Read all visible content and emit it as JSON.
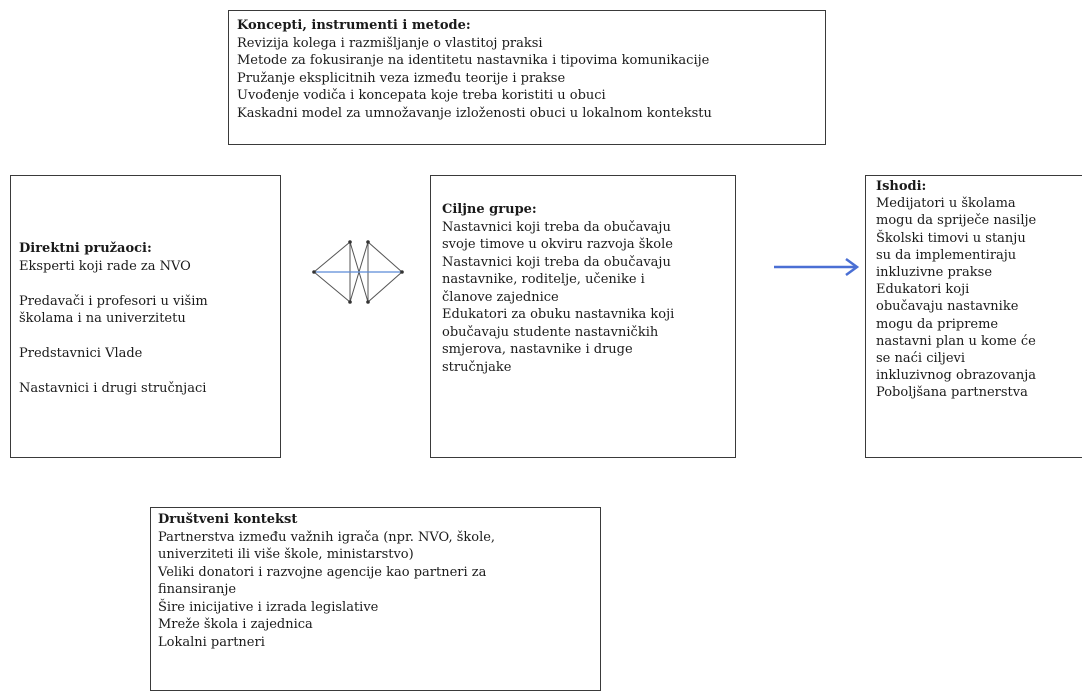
{
  "concepts": {
    "title": "Koncepti, instrumenti i metode:",
    "items": [
      "Revizija kolega i razmišljanje o vlastitoj praksi",
      "Metode za fokusiranje na identitetu nastavnika i tipovima komunikacije",
      "Pružanje eksplicitnih veza između teorije i prakse",
      "Uvođenje vodiča i koncepata koje treba koristiti u obuci",
      "Kaskadni model za umnožavanje izloženosti obuci u lokalnom kontekstu"
    ]
  },
  "direct_providers": {
    "title": "Direktni pružaoci:",
    "items": [
      "Eksperti koji rade za NVO",
      "Predavači i profesori u višim",
      "školama i na univerzitetu",
      "Predstavnici Vlade",
      "Nastavnici i drugi stručnjaci"
    ]
  },
  "target_groups": {
    "title": "Ciljne grupe:",
    "lines": [
      "Nastavnici koji treba da obučavaju",
      "svoje timove u okviru razvoja škole",
      "Nastavnici koji treba da obučavaju",
      "nastavnike, roditelje, učenike i",
      "članove zajednice",
      "Edukatori za obuku nastavnika koji",
      "obučavaju studente nastavničkih",
      "smjerova, nastavnike i druge",
      "stručnjake"
    ]
  },
  "outcomes": {
    "title": "Ishodi:",
    "lines": [
      "Medijatori u školama",
      "mogu da spriječe nasilje",
      "Školski timovi u stanju",
      "su da implementiraju",
      "inkluzivne prakse",
      "Edukatori koji",
      "obučavaju nastavnike",
      "mogu da pripreme",
      "nastavni plan u kome će",
      "se naći ciljevi",
      "inkluzivnog obrazovanja",
      "Poboljšana partnerstva"
    ]
  },
  "social_context": {
    "title": "Društveni kontekst",
    "lines": [
      "Partnerstva između važnih igrača (npr. NVO, škole,",
      "univerziteti ili više škole, ministarstvo)",
      "Veliki donatori i razvojne agencije kao partneri za",
      "finansiranje",
      "Šire inicijative i izrada legislative",
      "Mreže škola i zajednica",
      "Lokalni partneri"
    ]
  },
  "colors": {
    "arrow": "#4a6fd4",
    "network_lines": "#555555",
    "network_center": "#5b8bd6",
    "border": "#3a3a3a"
  },
  "icons": {
    "network": "network-icon",
    "arrow": "arrow-right-icon"
  }
}
